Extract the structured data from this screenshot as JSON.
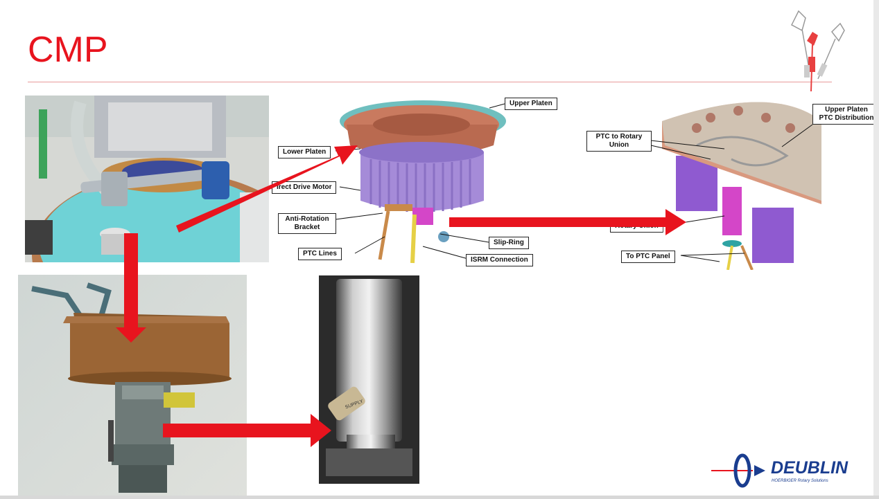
{
  "slide": {
    "title": "CMP"
  },
  "callouts": {
    "upper_platen": "Upper Platen",
    "lower_platen": "Lower Platen",
    "direct_drive_motor": "irect Drive Motor",
    "anti_rotation_bracket": "Anti-Rotation Bracket",
    "ptc_lines": "PTC Lines",
    "slip_ring": "Slip-Ring",
    "isrm_connection": "ISRM Connection",
    "ptc_to_rotary_union": "PTC to Rotary Union",
    "upper_platen_ptc_distribution": "Upper Platen PTC Distribution",
    "rotary_union": "Rotary Union",
    "to_ptc_panel": "To PTC Panel"
  },
  "photo_labels": {
    "supply": "SUPPLY"
  },
  "logo": {
    "name": "DEUBLIN",
    "tagline": "HOERBIGER Rotary Solutions"
  },
  "colors": {
    "title_red": "#e8141e",
    "arrow_red": "#e8141e",
    "platen_copper": "#c97a5f",
    "motor_purple": "#a58bd8",
    "logo_blue": "#1a3d8f"
  }
}
